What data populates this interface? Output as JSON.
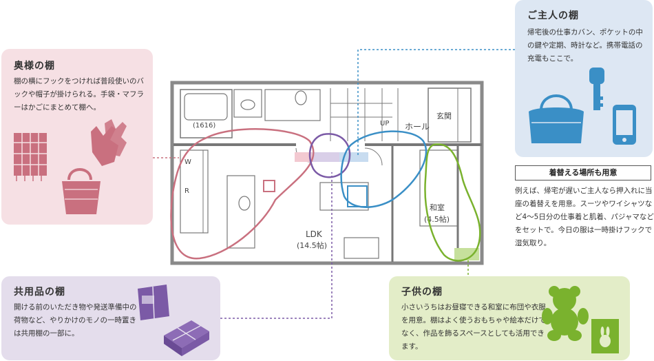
{
  "wife_shelf": {
    "title": "奥様の棚",
    "text": "棚の横にフックをつければ普段使いのバックや帽子が掛けられる。手袋・マフラーはかごにまとめて棚へ。",
    "color": "#c9707f"
  },
  "husband_shelf": {
    "title": "ご主人の棚",
    "text": "帰宅後の仕事カバン、ポケットの中の鍵や定期、時計など。携帯電話の充電もここで。",
    "color": "#3a8fc6"
  },
  "change_area": {
    "title": "着替える場所も用意",
    "text": "例えば、帰宅が遅いご主人なら押入れに当座の着替えを用意。スーツやワイシャツなど4～5日分の仕事着と肌着、パジャマなどをセットで。今日の服は一時掛けフックで湿気取り。"
  },
  "shared_shelf": {
    "title": "共用品の棚",
    "text": "開ける前のいただき物や発送準備中の荷物など、やりかけのモノの一時置きは共用棚の一部に。",
    "color": "#7b5aa6"
  },
  "child_shelf": {
    "title": "子供の棚",
    "text": "小さいうちはお昼寝できる和室に布団や衣服を用意。棚はよく使うおもちゃや絵本だけでなく、作品を飾るスペースとしても活用できます。",
    "color": "#7ab22e"
  },
  "floorplan": {
    "bath_label": "(1616)",
    "up_label": "UP",
    "hall_label": "ホール",
    "entrance_label": "玄関",
    "w_label": "W",
    "r_label": "R",
    "ldk_label": "LDK",
    "ldk_size": "(14.5帖)",
    "washitsu_label": "和室",
    "washitsu_size": "(4.5帖)"
  },
  "icons": [
    "scarf-icon",
    "gloves-icon",
    "tote-bag-icon",
    "handbag-icon",
    "key-icon",
    "phone-icon",
    "package-icon",
    "teddy-bear-icon",
    "picture-book-icon"
  ]
}
